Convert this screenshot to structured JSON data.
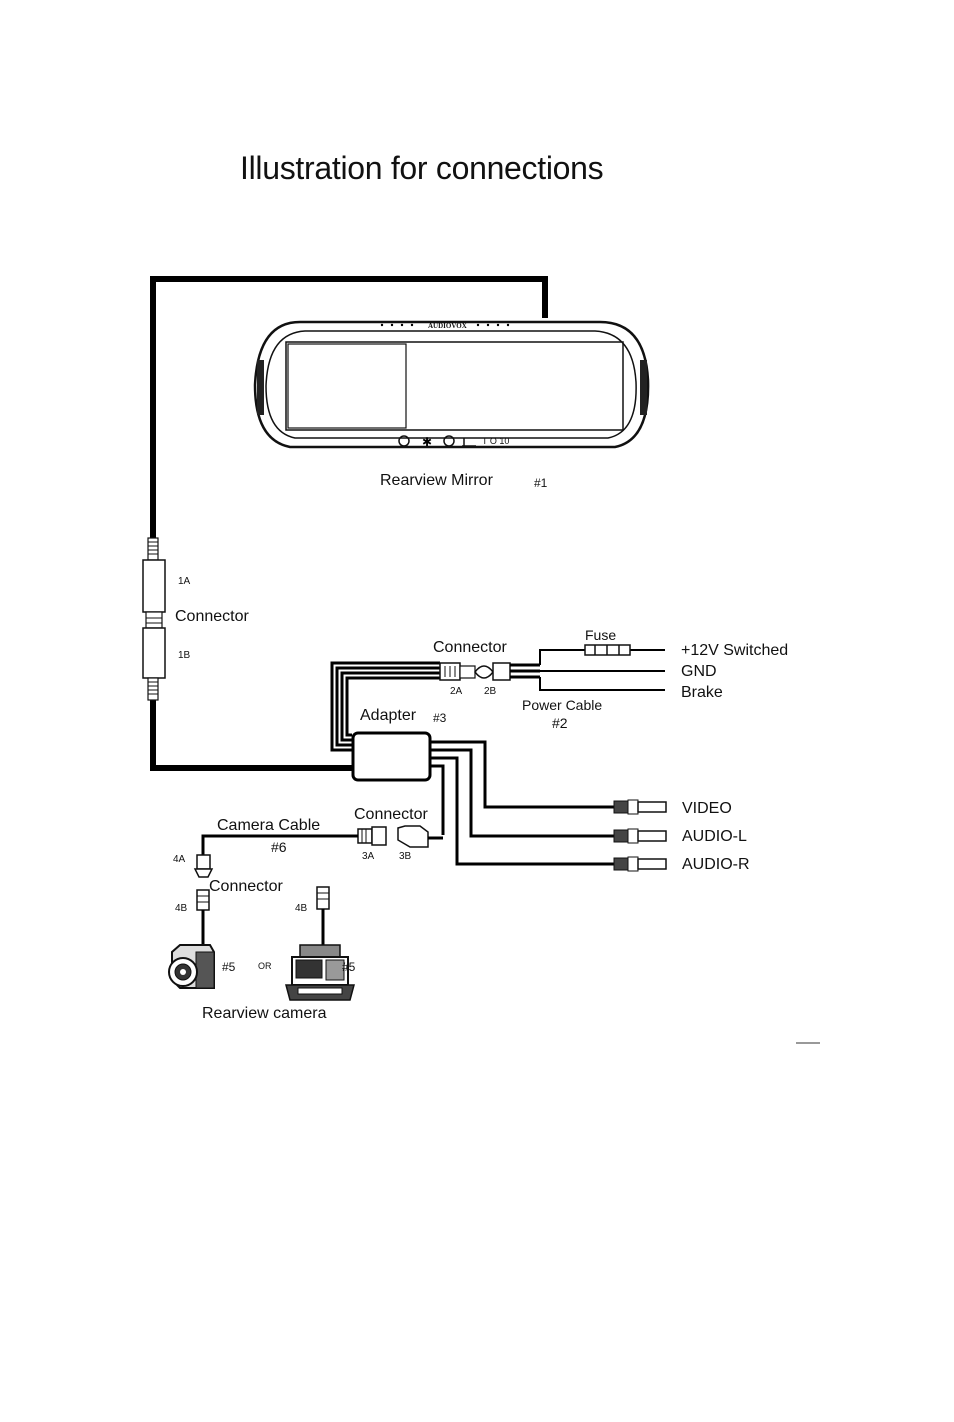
{
  "title": "Illustration for connections",
  "mirror": {
    "brand": "AUDIOVOX",
    "label": "Rearview Mirror",
    "number": "#1",
    "panel_text": "T O 10"
  },
  "connector1": {
    "a": "1A",
    "label": "Connector",
    "b": "1B"
  },
  "power": {
    "connector_label": "Connector",
    "a": "2A",
    "b": "2B",
    "fuse_label": "Fuse",
    "cable_label": "Power Cable",
    "cable_number": "#2",
    "wires": [
      "+12V Switched",
      "GND",
      "Brake"
    ]
  },
  "adapter": {
    "label": "Adapter",
    "number": "#3"
  },
  "av_outputs": [
    "VIDEO",
    "AUDIO-L",
    "AUDIO-R"
  ],
  "camera_cable": {
    "connector_label": "Connector",
    "a": "3A",
    "b": "3B",
    "cable_label": "Camera  Cable",
    "number": "#6"
  },
  "camera_connector": {
    "a": "4A",
    "label": "Connector",
    "b1": "4B",
    "b2": "4B"
  },
  "cameras": {
    "number1": "#5",
    "or": "OR",
    "number2": "#5",
    "label": "Rearview camera"
  }
}
